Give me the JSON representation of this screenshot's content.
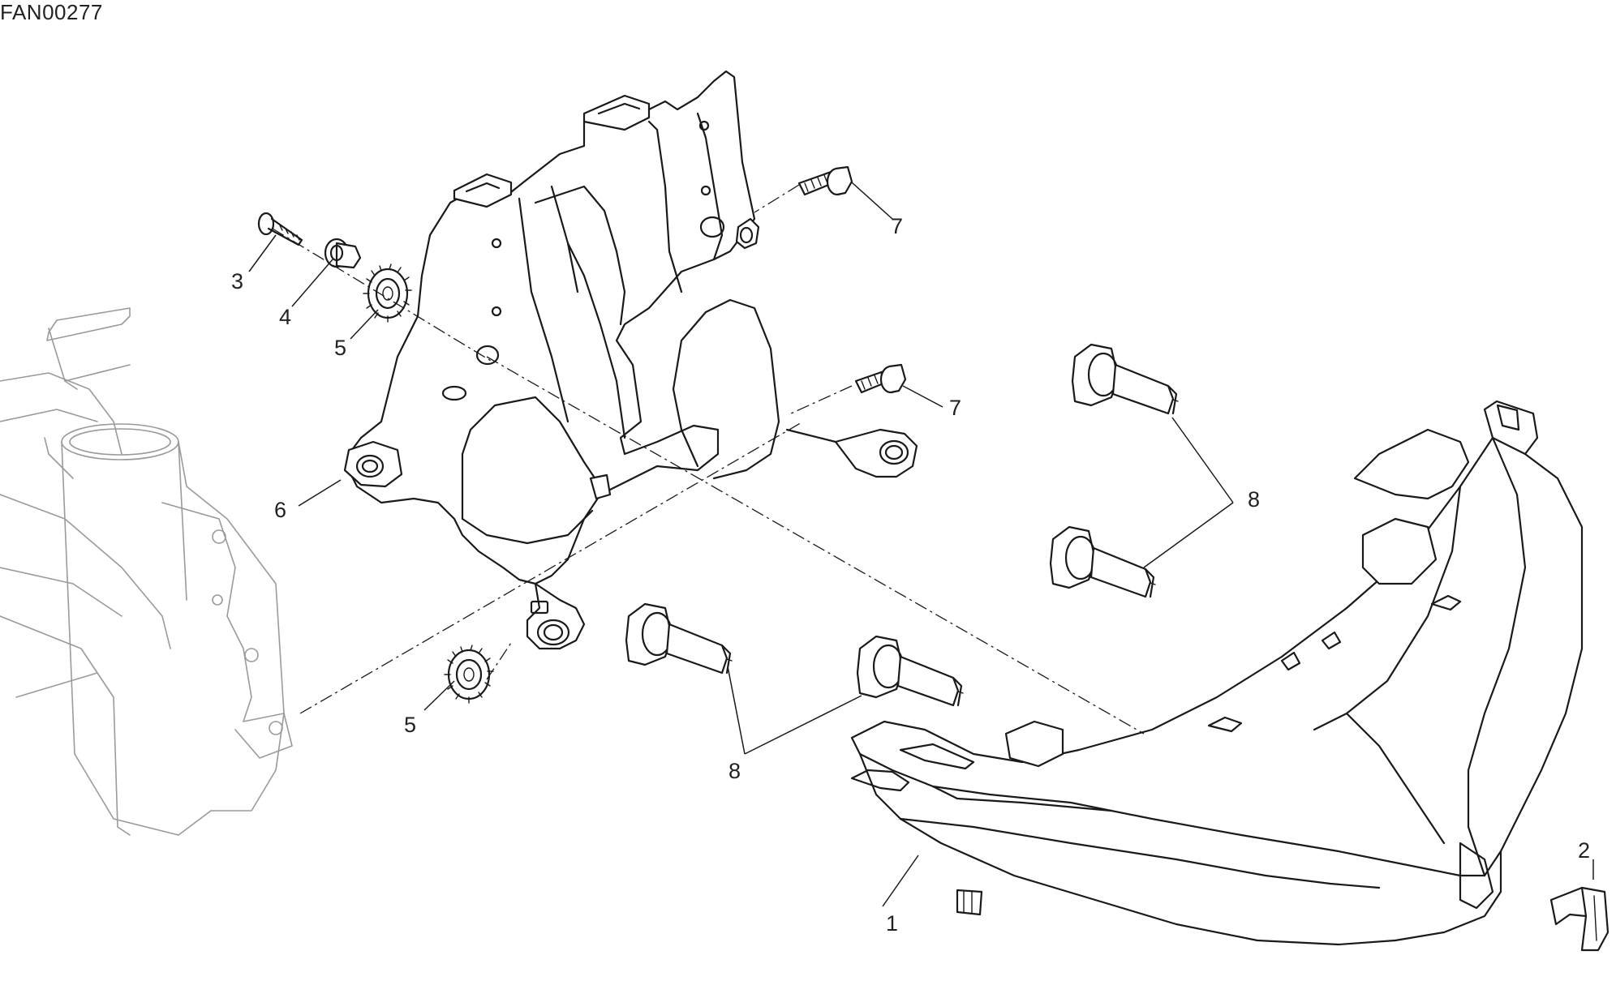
{
  "figure_code": "FAN00277",
  "parts": [
    {
      "id": "label-1",
      "text": "1"
    },
    {
      "id": "label-2",
      "text": "2"
    },
    {
      "id": "label-3",
      "text": "3"
    },
    {
      "id": "label-4",
      "text": "4"
    },
    {
      "id": "label-5a",
      "text": "5"
    },
    {
      "id": "label-5b",
      "text": "5"
    },
    {
      "id": "label-6",
      "text": "6"
    },
    {
      "id": "label-7a",
      "text": "7"
    },
    {
      "id": "label-7b",
      "text": "7"
    },
    {
      "id": "label-8a",
      "text": "8"
    },
    {
      "id": "label-8b",
      "text": "8"
    }
  ],
  "colors": {
    "line": "#1a1a1a",
    "ghost": "#9a9a9a",
    "background": "#ffffff"
  }
}
